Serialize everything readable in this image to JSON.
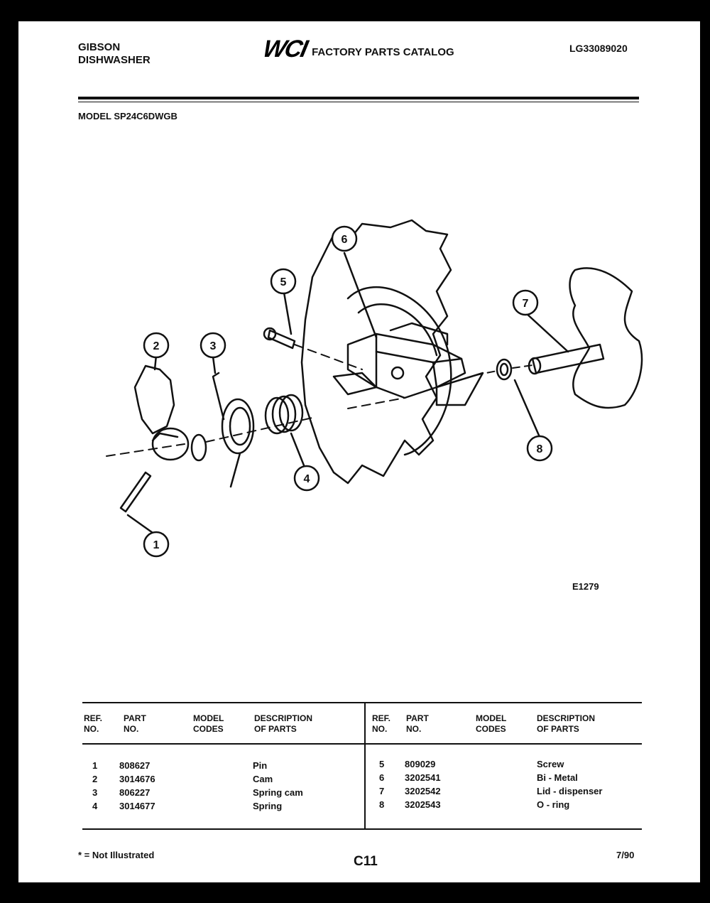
{
  "header": {
    "brand": "GIBSON",
    "product": "DISHWASHER",
    "logo_text": "WCI",
    "catalog_title": "FACTORY PARTS CATALOG",
    "catalog_code": "LG33089020"
  },
  "model_line": "MODEL SP24C6DWGB",
  "figure": {
    "code": "E1279",
    "callouts": [
      "1",
      "2",
      "3",
      "4",
      "5",
      "6",
      "7",
      "8"
    ]
  },
  "table": {
    "headers": [
      {
        "ref": "REF.\nNO.",
        "part": "PART\nNO.",
        "codes": "MODEL\nCODES",
        "desc": "DESCRIPTION\nOF PARTS"
      },
      {
        "ref": "REF.\nNO.",
        "part": "PART\nNO.",
        "codes": "MODEL\nCODES",
        "desc": "DESCRIPTION\nOF PARTS"
      }
    ],
    "left": [
      {
        "ref": "1",
        "part": "808627",
        "desc": "Pin"
      },
      {
        "ref": "2",
        "part": "3014676",
        "desc": "Cam"
      },
      {
        "ref": "3",
        "part": "806227",
        "desc": "Spring cam"
      },
      {
        "ref": "4",
        "part": "3014677",
        "desc": "Spring"
      }
    ],
    "right": [
      {
        "ref": "5",
        "part": "809029",
        "desc": "Screw"
      },
      {
        "ref": "6",
        "part": "3202541",
        "desc": "Bi - Metal"
      },
      {
        "ref": "7",
        "part": "3202542",
        "desc": "Lid - dispenser"
      },
      {
        "ref": "8",
        "part": "3202543",
        "desc": "O - ring"
      }
    ]
  },
  "footer": {
    "footnote": "* = Not Illustrated",
    "page_code": "C11",
    "date_code": "7/90"
  }
}
